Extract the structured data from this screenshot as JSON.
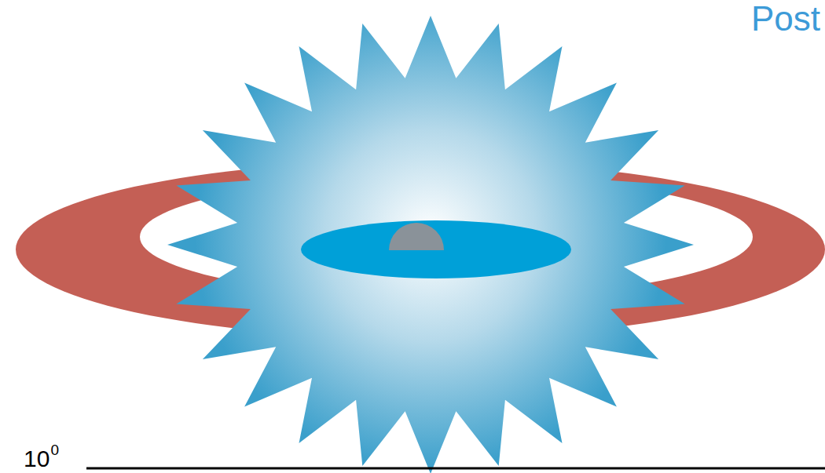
{
  "diagram": {
    "labels": [
      "Post",
      "10",
      "0"
    ]
  }
}
